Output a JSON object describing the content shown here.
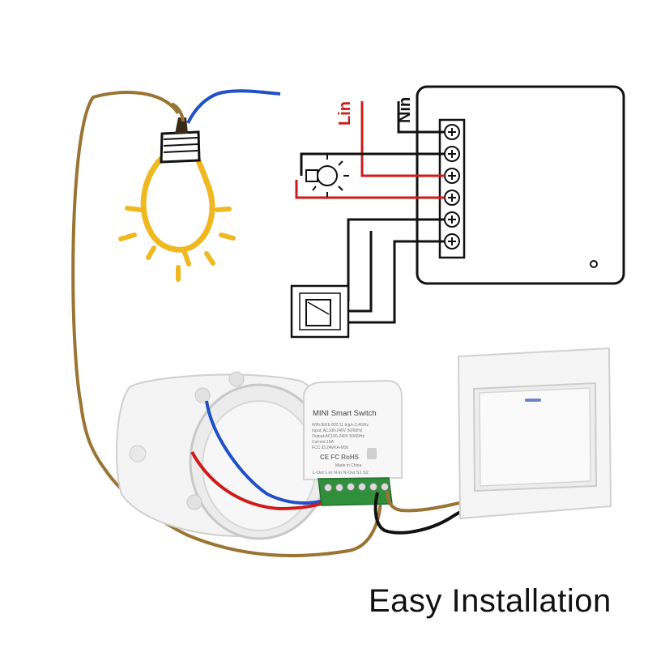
{
  "schematic": {
    "nin_label": "Nin",
    "lin_label": "Lin"
  },
  "device": {
    "title": "MINI Smart Switch",
    "spec_lines": [
      "WiFi:IEEE 802.11 b/g/n 2.4GHz",
      "Input: AC100-240V 50/60Hz",
      "Output:AC100-240V 50/60Hz",
      "Current:16A",
      "FCC ID:2AVKA-M16"
    ],
    "cert_marks": "CE FC RoHS",
    "made_in": "Made in China",
    "terminals": "L-Out L-in N-in N-Out S1 S2"
  },
  "caption": "Easy Installation",
  "colors": {
    "brown_wire": "#9a7433",
    "blue_wire": "#2050c8",
    "red_wire": "#d01a1a",
    "black_wire": "#111111",
    "terminal_green": "#2f8f3a",
    "bulb_yellow": "#f0b820",
    "lin_label": "#cc1a1a"
  }
}
